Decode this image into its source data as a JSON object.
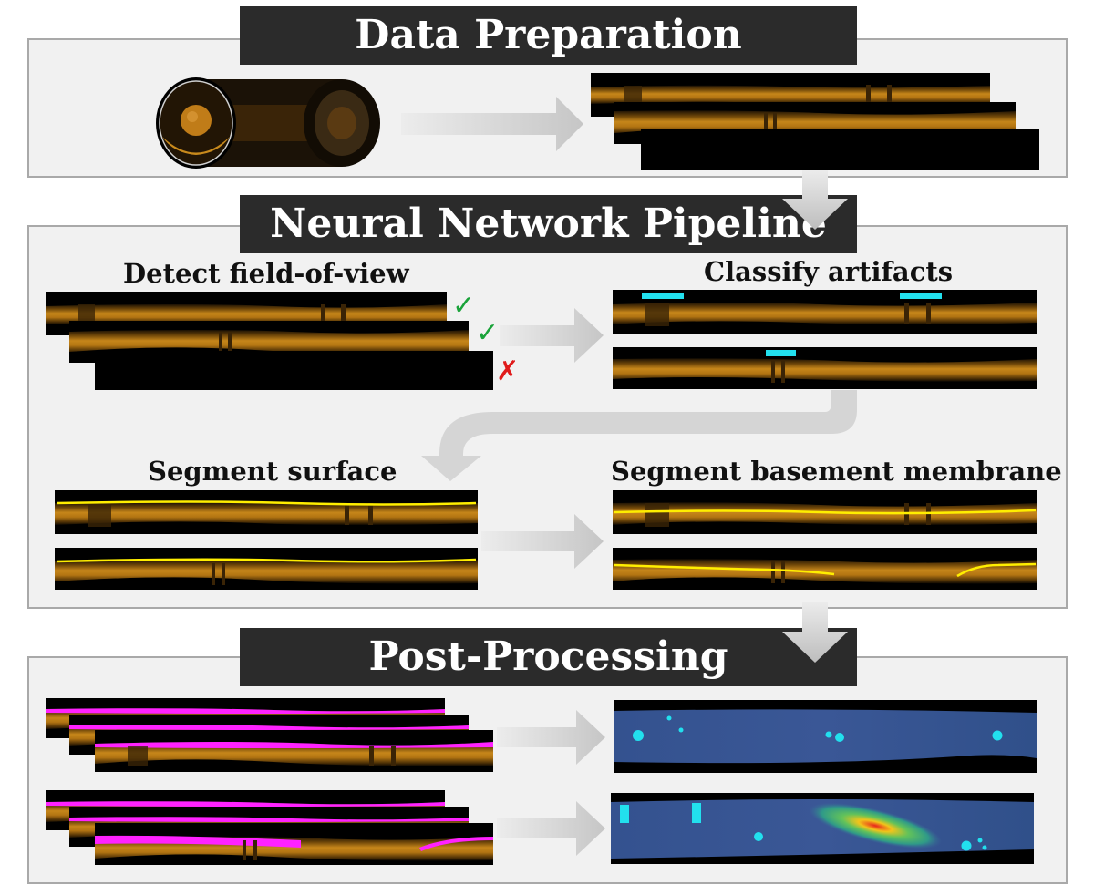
{
  "sections": {
    "data_preparation": "Data Preparation",
    "neural_network_pipeline": "Neural Network Pipeline",
    "post_processing": "Post-Processing"
  },
  "steps": {
    "detect_fov": "Detect field-of-view",
    "classify_artifacts": "Classify artifacts",
    "segment_surface": "Segment surface",
    "segment_bm": "Segment basement membrane"
  },
  "marks": {
    "accept": "✓",
    "reject": "✗"
  },
  "colors": {
    "tissue": "#b87a14",
    "surface_line": "#ffee00",
    "artifact": "#22e0ee",
    "overlay": "#ff22ff",
    "map_bg": "#2f4a8a",
    "accept": "#1aa33a",
    "reject": "#e01b1b",
    "arrow": "#d0d0d0"
  }
}
